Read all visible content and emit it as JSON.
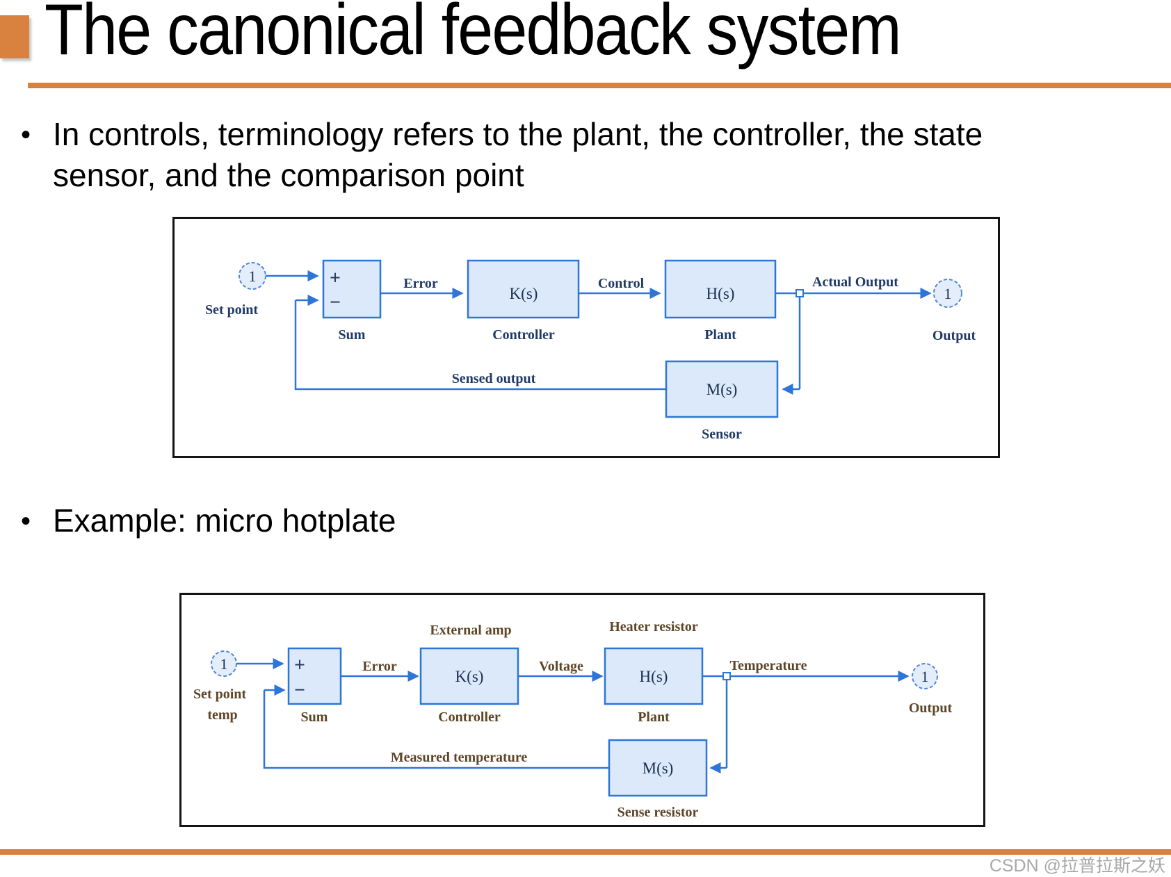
{
  "title": "The canonical feedback system",
  "bullets": [
    "In controls, terminology refers to the plant, the controller, the state sensor, and the comparison point",
    "Example: micro hotplate"
  ],
  "watermark": "CSDN @拉普拉斯之妖",
  "colors": {
    "accent_orange": "#D9813F",
    "wire_blue": "#2E75D8",
    "block_fill": "#DBE9FA",
    "diagram1_text": "#203A66",
    "diagram2_text": "#5D4527",
    "watermark_gray": "#A8A8A8"
  },
  "diagram1": {
    "source_value": "1",
    "source_label": "Set point",
    "sum": {
      "plus": "+",
      "minus": "−",
      "label": "Sum"
    },
    "error_label": "Error",
    "controller": {
      "text": "K(s)",
      "label": "Controller"
    },
    "control_label": "Control",
    "plant": {
      "text": "H(s)",
      "label": "Plant"
    },
    "actual_output_label": "Actual Output",
    "output_value": "1",
    "output_label": "Output",
    "sensor": {
      "text": "M(s)",
      "label": "Sensor"
    },
    "sensed_label": "Sensed output"
  },
  "diagram2": {
    "source_value": "1",
    "source_label_line1": "Set point",
    "source_label_line2": "temp",
    "sum": {
      "plus": "+",
      "minus": "−",
      "label": "Sum"
    },
    "error_label": "Error",
    "external_amp_label": "External amp",
    "controller": {
      "text": "K(s)",
      "label": "Controller"
    },
    "voltage_label": "Voltage",
    "heater_label": "Heater resistor",
    "plant": {
      "text": "H(s)",
      "label": "Plant"
    },
    "temperature_label": "Temperature",
    "output_value": "1",
    "output_label": "Output",
    "sensor": {
      "text": "M(s)",
      "label": "Sense resistor"
    },
    "measured_label": "Measured temperature"
  }
}
